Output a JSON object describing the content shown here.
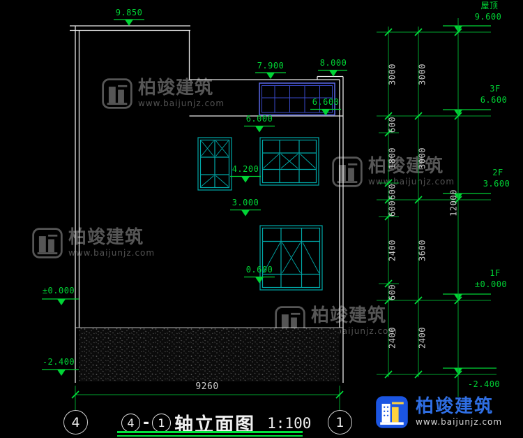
{
  "colors": {
    "background": "#000000",
    "dimension_green": "#00d435",
    "outline_white": "#e8e8e8",
    "window_teal": "#00a8a8",
    "band_window_blue": "#4a5ae0",
    "brand_blue": "#2f6fe4",
    "watermark_gray": "#8f8f8f"
  },
  "elevation_marks": {
    "parapet_top": "9.850",
    "roof_mid": "7.900",
    "roof_right": "8.000",
    "floor3_top": "6.600",
    "win2_head": "6.000",
    "win2_sill": "4.200",
    "win1_head": "3.000",
    "win1_sill": "0.600",
    "ground": "±0.000",
    "foundation": "-2.400"
  },
  "bottom_dimension": {
    "overall_width": "9260"
  },
  "right_dimensions": {
    "inner_chain": [
      "3000",
      "600",
      "1800",
      "600",
      "600",
      "2400",
      "600",
      "2400"
    ],
    "outer_chain": [
      "3000",
      "3000",
      "3600",
      "2400"
    ],
    "total": "12000"
  },
  "right_levels": [
    {
      "label": "屋顶",
      "value": "9.600"
    },
    {
      "label": "3F",
      "value": "6.600"
    },
    {
      "label": "2F",
      "value": "3.600"
    },
    {
      "label": "1F",
      "value": "±0.000"
    },
    {
      "label": "",
      "value": "-2.400"
    }
  ],
  "axis_bubbles": {
    "left": "4",
    "right": "1"
  },
  "title": {
    "axis_start": "4",
    "separator": "-",
    "axis_end": "1",
    "name": "轴立面图",
    "scale": "1:100"
  },
  "watermark": {
    "brand": "柏竣建筑",
    "url": "www.baijunjz.com"
  },
  "footer_brand": {
    "brand": "柏竣建筑",
    "url": "www.baijunjz.com"
  }
}
